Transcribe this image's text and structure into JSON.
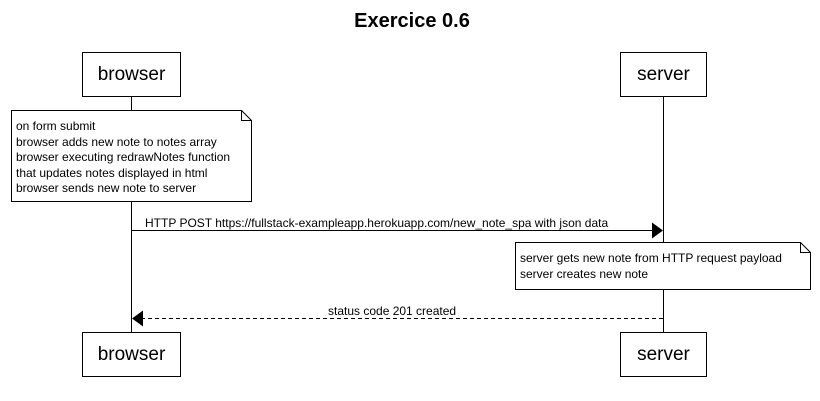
{
  "title": "Exercice 0.6",
  "participants": {
    "browser": "browser",
    "server": "server"
  },
  "notes": {
    "browser_note": [
      "on form submit",
      "browser adds new note to notes array",
      "browser executing redrawNotes function",
      "that updates notes displayed in html",
      "browser sends new note to server"
    ],
    "server_note": [
      "server gets new note from HTTP request payload",
      "server creates new note"
    ]
  },
  "messages": {
    "post": "HTTP POST https://fullstack-exampleapp.herokuapp.com/new_note_spa with json data",
    "response": "status code 201 created"
  }
}
